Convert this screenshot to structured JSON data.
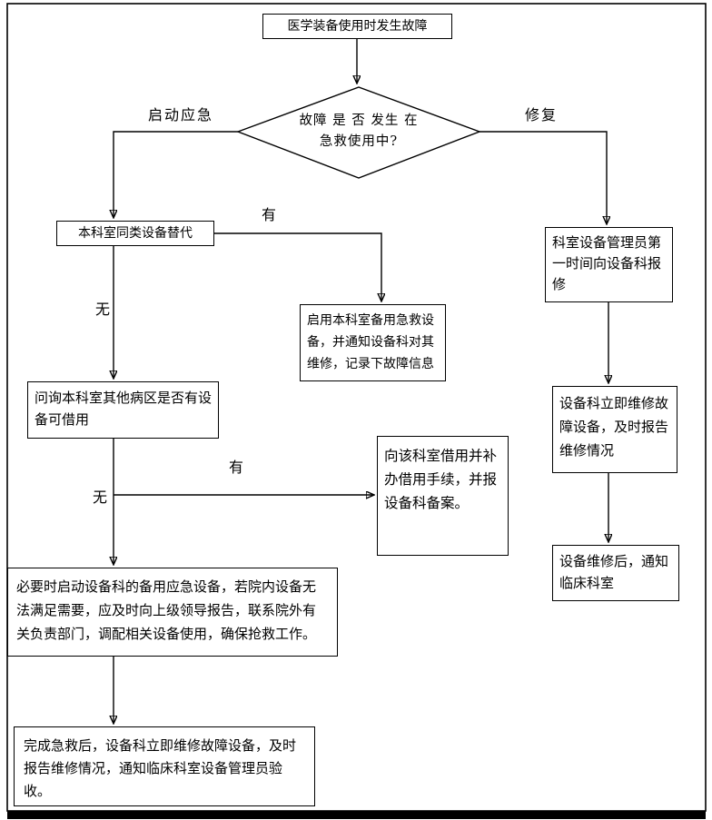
{
  "flowchart": {
    "nodes": {
      "start": "医学装备使用时发生故障",
      "decision": "故障 是 否 发生 在\n急救使用中?",
      "replace": "本科室同类设备替代",
      "backup": "启用本科室备用急救设备，并通知设备科对其维修，记录下故障信息",
      "ask": "问询本科室其他病区是否有设备可借用",
      "borrow": "向该科室借用并补办借用手续，并报设备科备案。",
      "fallback": "必要时启动设备科的备用应急设备，若院内设备无法满足需要，应及时向上级领导报告，联系院外有关负责部门，调配相关设备使用，确保抢救工作。",
      "complete": "完成急救后，设备科立即维修故障设备，及时报告维修情况，通知临床科室设备管理员验收。",
      "report": "科室设备管理员第一时间向设备科报修",
      "repair": "设备科立即维修故障设备，及时报告维修情况",
      "notify": "设备维修后，通知临床科室"
    },
    "edge_labels": {
      "start_emergency": "启动应急",
      "repair_path": "修复",
      "yes1": "有",
      "no1": "无",
      "yes2": "有",
      "no2": "无"
    },
    "colors": {
      "line": "#000000",
      "background": "#ffffff"
    }
  }
}
